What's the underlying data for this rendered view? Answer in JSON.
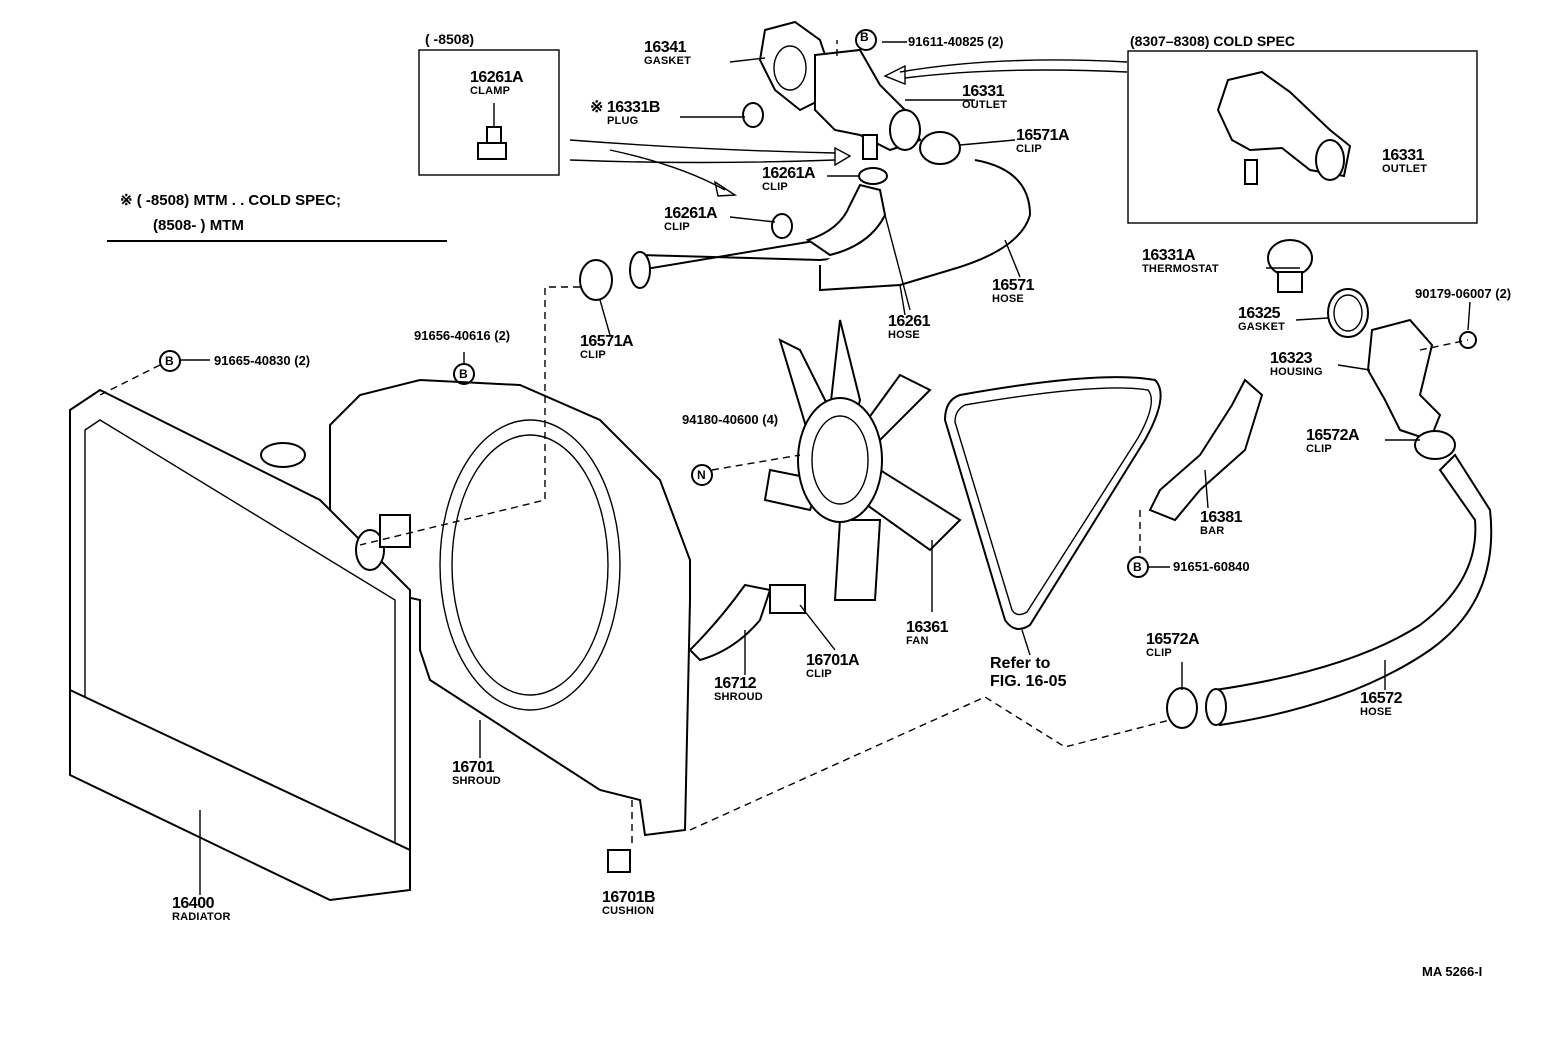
{
  "diagram_id": "MA 5266-I",
  "note": {
    "symbol": "※",
    "line1": "(       -8508) MTM . . COLD SPEC;",
    "line2": "(8508-          ) MTM"
  },
  "inset_left": {
    "header": "(       -8508)"
  },
  "inset_right": {
    "header": "(8307–8308) COLD SPEC"
  },
  "refer": {
    "line1": "Refer to",
    "line2": "FIG. 16-05"
  },
  "parts": {
    "p16341": {
      "number": "16341",
      "name": "GASKET"
    },
    "p16331": {
      "number": "16331",
      "name": "OUTLET"
    },
    "p16331r": {
      "number": "16331",
      "name": "OUTLET"
    },
    "p16331b": {
      "number": "※ 16331B",
      "name": "PLUG"
    },
    "p16261a_inset": {
      "number": "16261A",
      "name": "CLAMP"
    },
    "p16261a_1": {
      "number": "16261A",
      "name": "CLIP"
    },
    "p16261a_2": {
      "number": "16261A",
      "name": "CLIP"
    },
    "p16571a_1": {
      "number": "16571A",
      "name": "CLIP"
    },
    "p16571a_2": {
      "number": "16571A",
      "name": "CLIP"
    },
    "p16571": {
      "number": "16571",
      "name": "HOSE"
    },
    "p16261": {
      "number": "16261",
      "name": "HOSE"
    },
    "p16331a": {
      "number": "16331A",
      "name": "THERMOSTAT"
    },
    "p16325": {
      "number": "16325",
      "name": "GASKET"
    },
    "p16323": {
      "number": "16323",
      "name": "HOUSING"
    },
    "p16572a_1": {
      "number": "16572A",
      "name": "CLIP"
    },
    "p16572a_2": {
      "number": "16572A",
      "name": "CLIP"
    },
    "p16572": {
      "number": "16572",
      "name": "HOSE"
    },
    "p16381": {
      "number": "16381",
      "name": "BAR"
    },
    "p16361": {
      "number": "16361",
      "name": "FAN"
    },
    "p16712": {
      "number": "16712",
      "name": "SHROUD"
    },
    "p16701a": {
      "number": "16701A",
      "name": "CLIP"
    },
    "p16701": {
      "number": "16701",
      "name": "SHROUD"
    },
    "p16701b": {
      "number": "16701B",
      "name": "CUSHION"
    },
    "p16400": {
      "number": "16400",
      "name": "RADIATOR"
    }
  },
  "fasteners": {
    "f1": {
      "marker": "B",
      "text": "91611-40825 (2)"
    },
    "f2": {
      "marker": "B",
      "text": "91665-40830 (2)"
    },
    "f3": {
      "marker": "B",
      "text": "91656-40616 (2)"
    },
    "f4": {
      "marker": "N",
      "text": "94180-40600 (4)"
    },
    "f5": {
      "marker": "B",
      "text": "91651-60840"
    },
    "f6": {
      "text": "90179-06007 (2)"
    }
  }
}
